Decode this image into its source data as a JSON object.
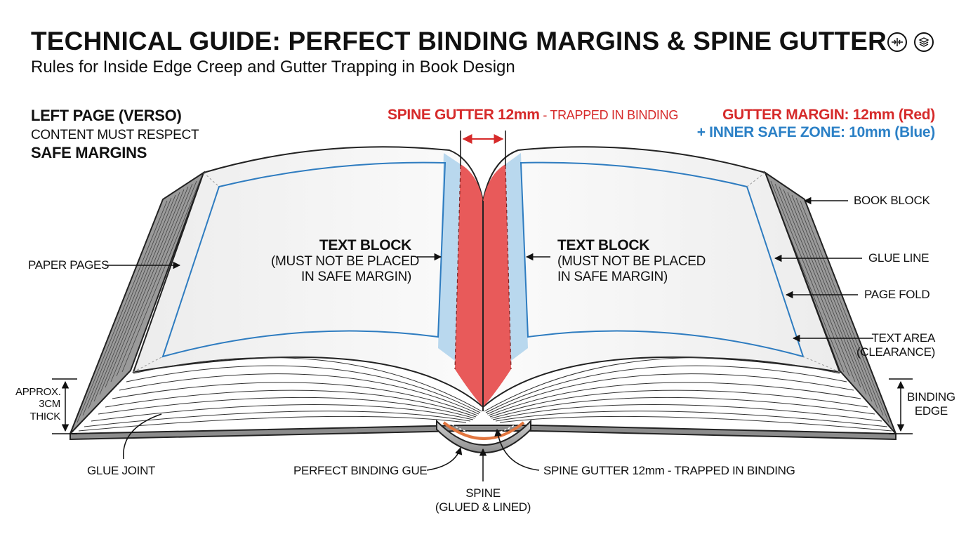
{
  "header": {
    "title": "TECHNICAL GUIDE: PERFECT BINDING MARGINS & SPINE GUTTER",
    "subtitle": "Rules for Inside Edge Creep and Gutter Trapping in Book Design",
    "icons": [
      "compress-arrows-icon",
      "layers-icon"
    ]
  },
  "left_page": {
    "heading": "LEFT PAGE (VERSO)",
    "line2": "CONTENT MUST RESPECT",
    "line3": "SAFE MARGINS"
  },
  "top_center": {
    "label_bold": "SPINE GUTTER 12mm",
    "label_rest": " - TRAPPED IN BINDING"
  },
  "top_right": {
    "gutter_margin": "GUTTER MARGIN: 12mm (Red)",
    "inner_safe_zone": "+ INNER SAFE ZONE: 10mm (Blue)"
  },
  "text_block_left": {
    "title": "TEXT BLOCK",
    "line1": "(MUST NOT BE PLACED",
    "line2": "IN SAFE MARGIN)"
  },
  "text_block_right": {
    "title": "TEXT BLOCK",
    "line1": "(MUST NOT BE PLACED",
    "line2": "IN SAFE MARGIN)"
  },
  "callouts": {
    "book_block": "BOOK BLOCK",
    "glue_line": "GLUE LINE",
    "page_fold": "PAGE FOLD",
    "text_area_1": "TEXT AREA",
    "text_area_2": "(CLEARANCE)",
    "binding_edge_1": "BINDING",
    "binding_edge_2": "EDGE",
    "paper_pages": "PAPER PAGES",
    "thickness_1": "APPROX.",
    "thickness_2": "3CM",
    "thickness_3": "THICK",
    "glue_joint": "GLUE JOINT",
    "perfect_binding": "PERFECT BINDING GUE",
    "spine_1": "SPINE",
    "spine_2": "(GLUED & LINED)",
    "spine_gutter_bottom": "SPINE GUTTER 12mm - TRAPPED IN BINDING"
  },
  "colors": {
    "gutter_red": "#e85a5a",
    "safe_zone_blue": "#b9d8ee",
    "guide_blue": "#2e7cc0",
    "label_red": "#d62a2a",
    "label_blue": "#2b80c6",
    "cover_grey": "#9a9a9a"
  }
}
